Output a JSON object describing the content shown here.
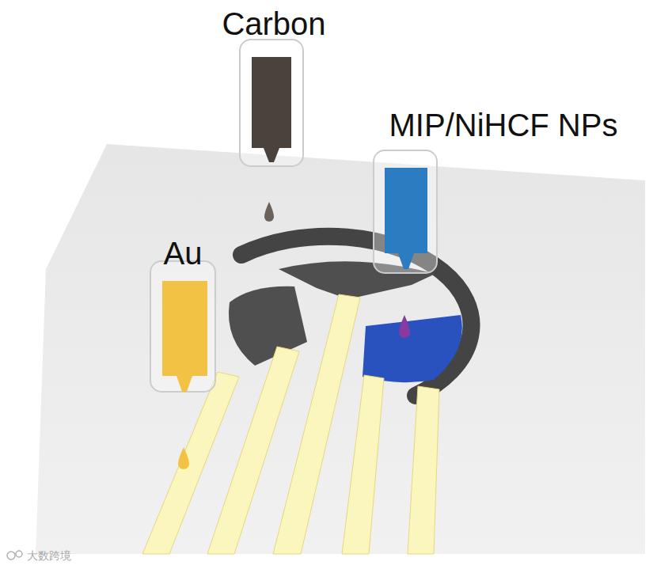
{
  "diagram": {
    "labels": [
      "Carbon",
      "MIP/NiHCF NPs",
      "Au",
      "大数跨境"
    ]
  }
}
